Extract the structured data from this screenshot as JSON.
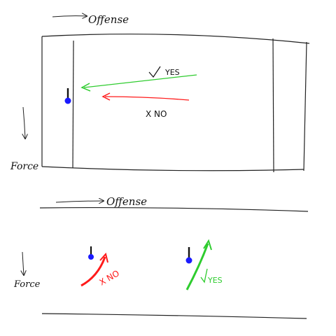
{
  "top_diagram": {
    "offense_label": "Offense",
    "force_label": "Force",
    "yes_label": "YES",
    "no_label": "X NO",
    "yes_color": "#2ecc2e",
    "no_color": "#ff1a1a",
    "player_color": "#1a1aff"
  },
  "bottom_diagram": {
    "offense_label": "Offense",
    "force_label": "Force",
    "no_label": "X NO",
    "yes_label": "YES",
    "no_color": "#ff1a1a",
    "yes_color": "#2ecc2e",
    "player_color": "#1a1aff"
  }
}
